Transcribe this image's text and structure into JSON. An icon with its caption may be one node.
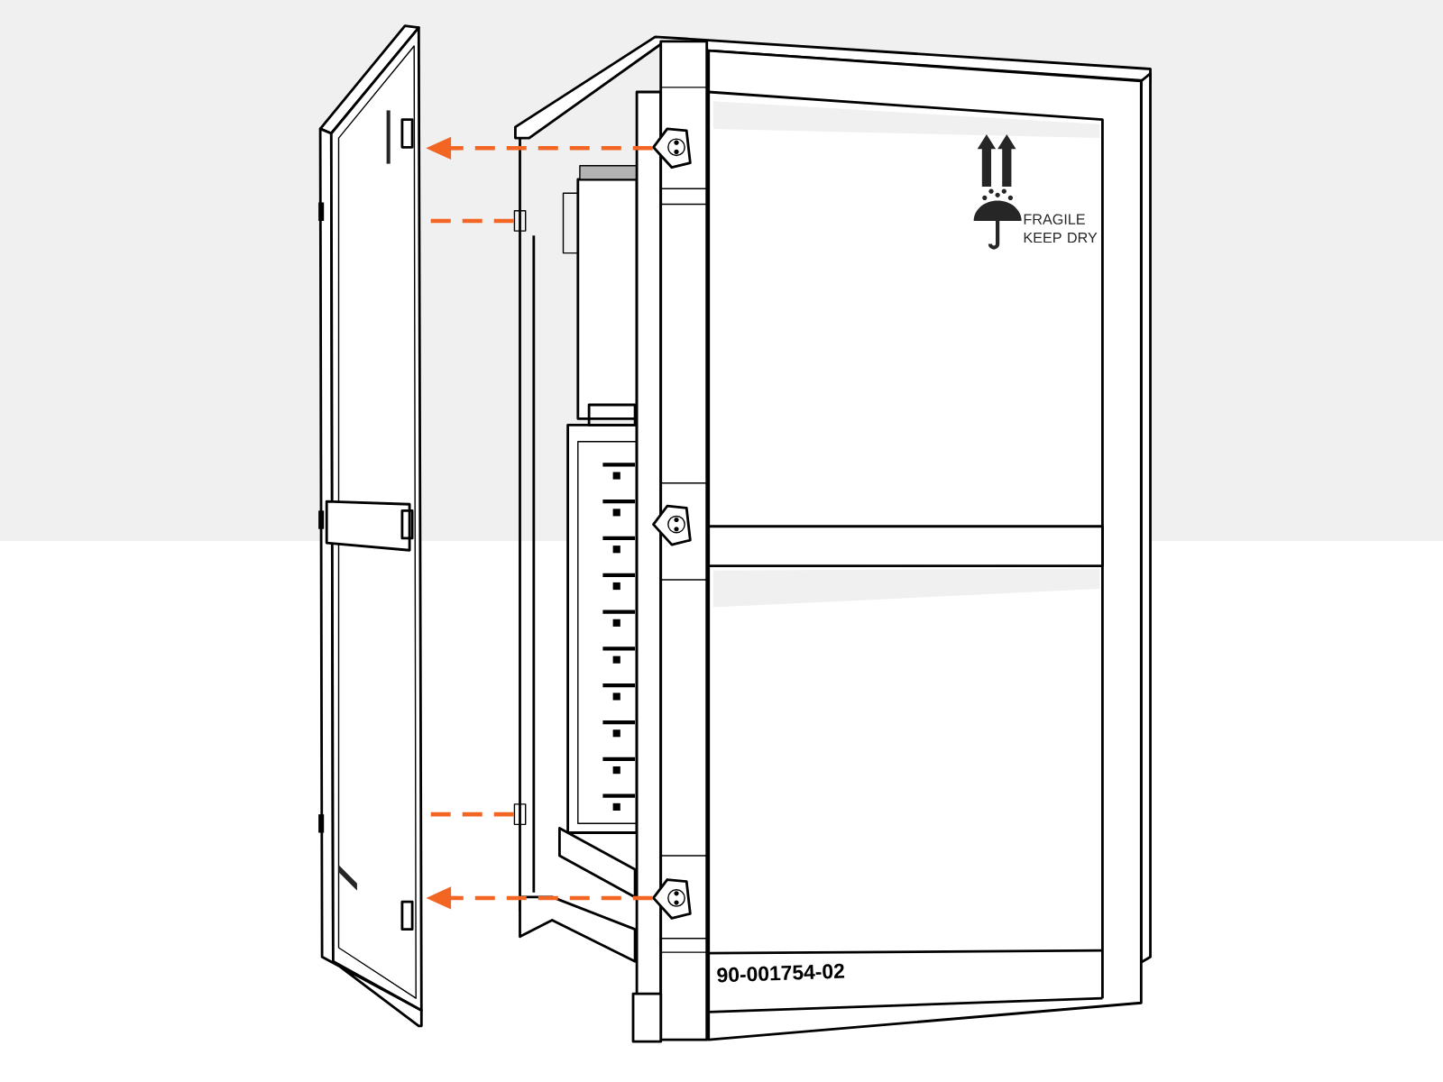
{
  "diagram": {
    "nodes": [
      {
        "text": [],
        "shape": "picture"
      },
      {
        "text": [],
        "shape": "picture"
      },
      {
        "text": [],
        "shape": "box"
      },
      {
        "text": [],
        "shape": "picture"
      },
      {
        "text": [],
        "shape": "box"
      },
      {
        "text": [],
        "shape": "picture"
      }
    ],
    "edges": [
      {
        "from": 1,
        "to": 0,
        "arrow": "to",
        "style": "dashed",
        "color": "#f26522"
      },
      {
        "from": 2,
        "to": 0,
        "arrow": "none",
        "style": "dashed",
        "color": "#f26522"
      },
      {
        "from": 4,
        "to": 0,
        "arrow": "none",
        "style": "dashed",
        "color": "#f26522"
      },
      {
        "from": 5,
        "to": 0,
        "arrow": "to",
        "style": "dashed",
        "color": "#f26522"
      }
    ],
    "labels": [
      "FRAGILE KEEP DRY",
      "90-001754-02"
    ]
  }
}
